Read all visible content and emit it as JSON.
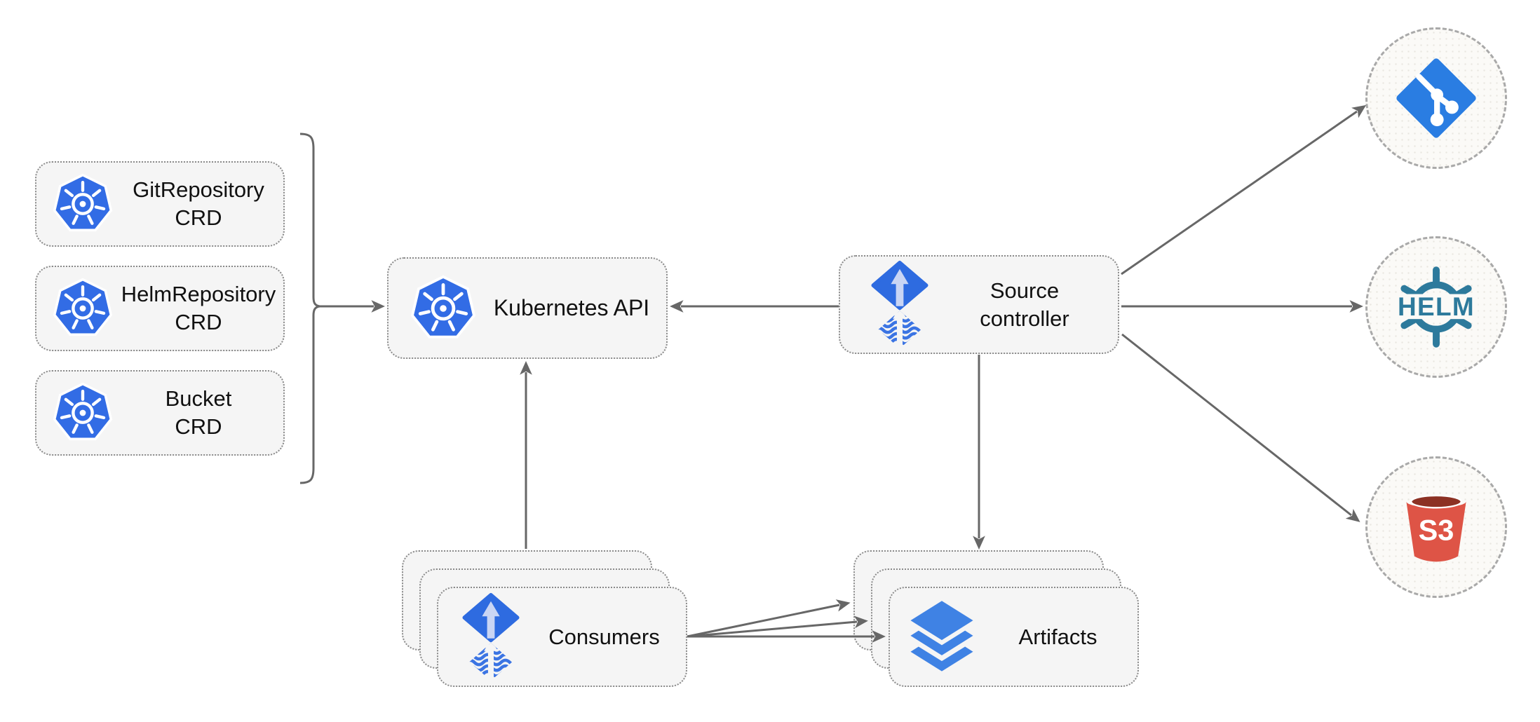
{
  "colors": {
    "box_fill": "#f5f5f5",
    "box_border": "#8a8a8a",
    "circle_fill": "#fbfaf7",
    "circle_border": "#a9a9a9",
    "line_color": "#676767",
    "kubernetes_blue": "#326ce5",
    "flux_blue": "#2e6be0",
    "flux_arrow_light": "#c9d5f4",
    "flux_wave_blue": "#3b74e3",
    "layers_blue": "#3f82e4",
    "git_blue": "#2a7de2",
    "helm_teal": "#2d7a9c",
    "s3_red": "#de5446",
    "s3_dark": "#8c3123",
    "text_color": "#111111"
  },
  "icons": {
    "kubernetes": "kubernetes-wheel-heptagon-icon",
    "flux": "flux-diamond-arrow-waves-icon",
    "layers": "stacked-layers-icon",
    "git": "git-branch-diamond-icon",
    "helm": "helm-ship-wheel-icon",
    "s3": "s3-bucket-icon"
  },
  "nodes": {
    "git_repository_crd": {
      "label": "GitRepository\nCRD"
    },
    "helm_repository_crd": {
      "label": "HelmRepository\nCRD"
    },
    "bucket_crd": {
      "label": "Bucket\nCRD"
    },
    "kubernetes_api": {
      "label": "Kubernetes API"
    },
    "source_controller": {
      "label": "Source\ncontroller"
    },
    "consumers": {
      "label": "Consumers"
    },
    "artifacts": {
      "label": "Artifacts"
    },
    "helm_remote": {
      "logo_text": "HELM"
    },
    "s3_remote": {
      "logo_text": "S3"
    }
  }
}
